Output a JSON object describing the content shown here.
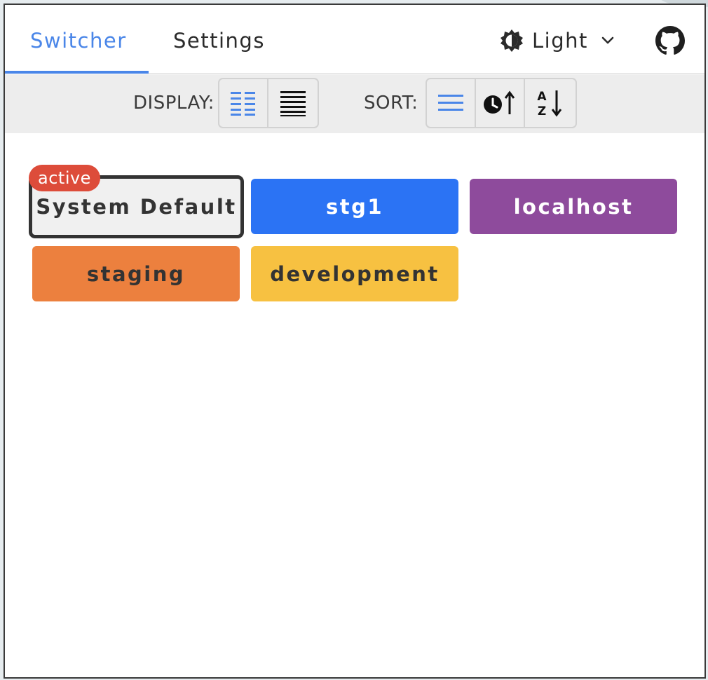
{
  "tabs": [
    {
      "label": "Switcher",
      "active": true
    },
    {
      "label": "Settings",
      "active": false
    }
  ],
  "theme": {
    "icon": "brightness-icon",
    "label": "Light"
  },
  "github": {
    "icon": "github-icon"
  },
  "toolbar": {
    "display_label": "DISPLAY:",
    "sort_label": "SORT:",
    "display_options": [
      "grid-view-icon",
      "list-view-icon"
    ],
    "sort_options": [
      "sort-default-icon",
      "sort-recent-icon",
      "sort-alpha-icon"
    ]
  },
  "colors": {
    "accent": "#4a86e8",
    "active_badge": "#dd4c3a",
    "stg1": "#2b73f4",
    "localhost": "#8e4b9c",
    "staging": "#ec803e",
    "development": "#f7c141"
  },
  "profiles": [
    {
      "name": "System Default",
      "active": true
    },
    {
      "name": "stg1"
    },
    {
      "name": "localhost"
    },
    {
      "name": "staging"
    },
    {
      "name": "development"
    }
  ],
  "active_badge": "active"
}
